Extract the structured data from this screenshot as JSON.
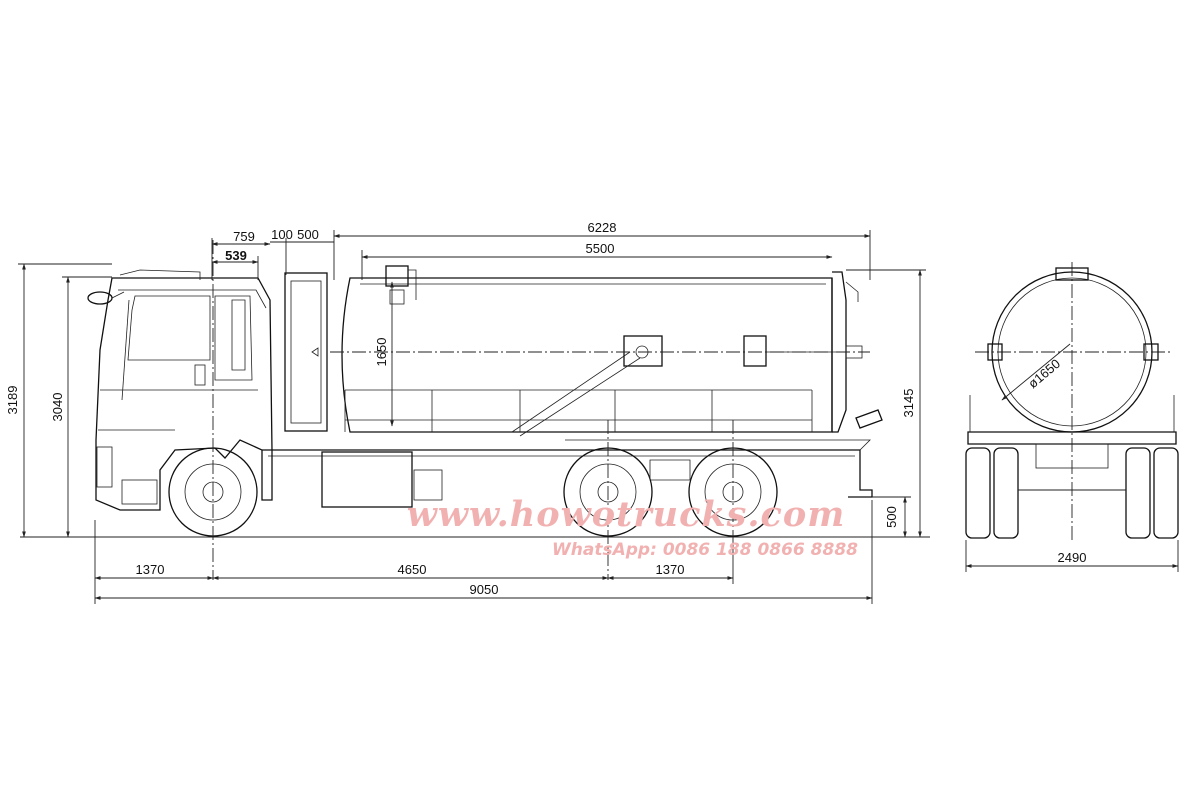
{
  "diagram": {
    "side_view": {
      "dimensions": {
        "tank_length": "6228",
        "tank_inner_length": "5500",
        "cab_759": "759",
        "cab_539": "539",
        "gap_100": "100",
        "gap_500": "500",
        "tank_height_1650": "1650",
        "overall_height_3189": "3189",
        "cab_height_3040": "3040",
        "tank_top_3145": "3145",
        "rear_500": "500",
        "front_overhang": "1370",
        "wheelbase": "4650",
        "rear_axle_spacing": "1370",
        "overall_length": "9050"
      }
    },
    "rear_view": {
      "dimensions": {
        "tank_diameter": "ø1650",
        "overall_width": "2490"
      }
    }
  },
  "watermark": {
    "site": "www.howotrucks.com",
    "contact": "WhatsApp: 0086 188 0866 8888"
  }
}
